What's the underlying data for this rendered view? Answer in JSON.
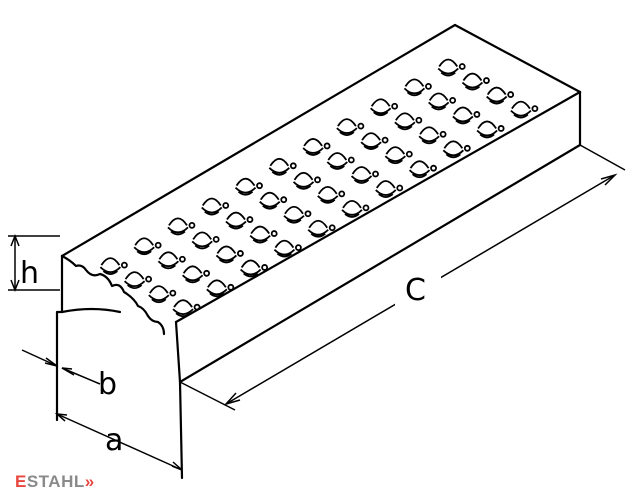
{
  "diagram": {
    "labels": {
      "h": "h",
      "b": "b",
      "a": "a",
      "c": "C"
    },
    "line_color": "#000000"
  },
  "logo": {
    "text": "ESTAHL",
    "first_letter": "E",
    "rest": "STAHL",
    "chevrons": "»",
    "accent_color": "#e8473f",
    "text_color": "#8a8a8a"
  }
}
